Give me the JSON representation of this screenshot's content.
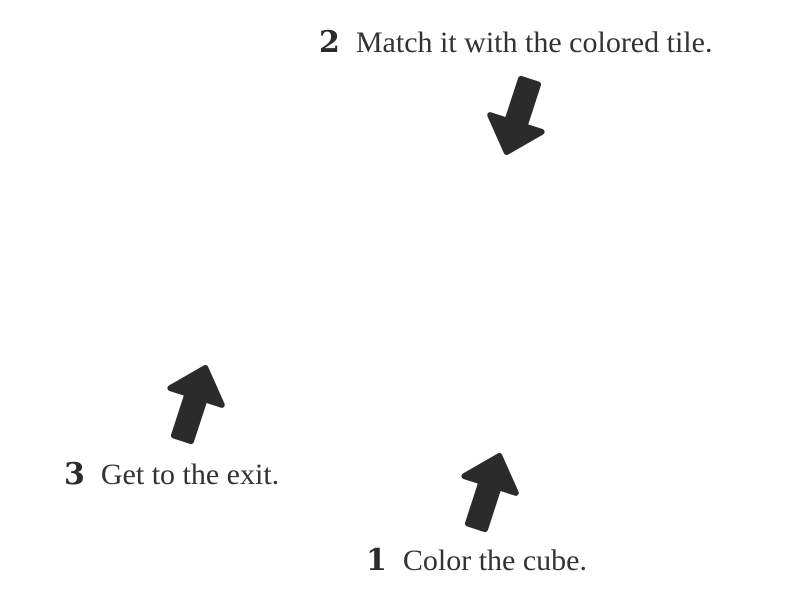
{
  "instructions": {
    "steps": [
      {
        "number": "1",
        "text": "Color the cube."
      },
      {
        "number": "2",
        "text": "Match it with the colored tile."
      },
      {
        "number": "3",
        "text": "Get to the exit."
      }
    ]
  },
  "colors": {
    "background": "#ffffff",
    "arrow": "#2b2b2b",
    "text": "#333333"
  },
  "icons": {
    "step_1": "arrow-up-right-icon",
    "step_2": "arrow-down-left-icon",
    "step_3": "arrow-up-right-icon"
  }
}
